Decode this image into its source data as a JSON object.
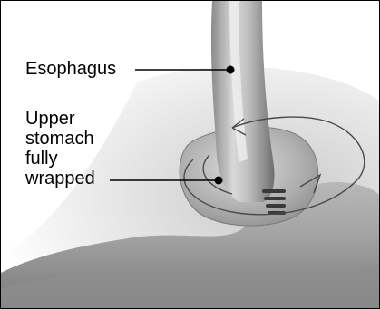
{
  "labels": {
    "esophagus": "Esophagus",
    "wrap_lines": [
      "Upper",
      "stomach",
      "fully",
      "wrapped"
    ]
  }
}
